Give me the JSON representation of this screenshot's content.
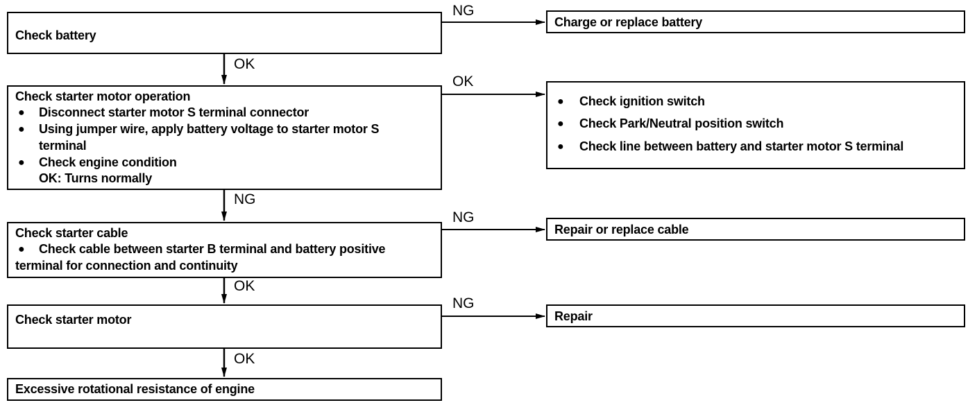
{
  "steps": {
    "battery": {
      "title": "Check battery"
    },
    "starter_operation": {
      "title": "Check starter motor operation",
      "items": [
        "Disconnect starter motor S terminal connector",
        "Using jumper wire, apply battery voltage to starter motor S",
        "terminal",
        "Check engine condition",
        "OK: Turns normally"
      ]
    },
    "starter_cable": {
      "title": "Check starter cable",
      "items": [
        "Check cable between starter B terminal and battery positive",
        "terminal for connection and continuity"
      ]
    },
    "starter_motor": {
      "title": "Check starter motor"
    },
    "excessive": {
      "title": "Excessive rotational resistance of engine"
    }
  },
  "results": {
    "charge_battery": {
      "text": "Charge or replace battery"
    },
    "check_switches": {
      "items": [
        "Check ignition switch",
        "Check Park/Neutral position switch",
        "Check line between battery and starter motor S terminal"
      ]
    },
    "repair_cable": {
      "text": "Repair or replace cable"
    },
    "repair": {
      "text": "Repair"
    }
  },
  "branch_labels": {
    "battery_ng": "NG",
    "battery_ok": "OK",
    "operation_ok": "OK",
    "operation_ng": "NG",
    "cable_ng": "NG",
    "cable_ok": "OK",
    "motor_ng": "NG",
    "motor_ok": "OK"
  },
  "bullet_glyph": "●"
}
